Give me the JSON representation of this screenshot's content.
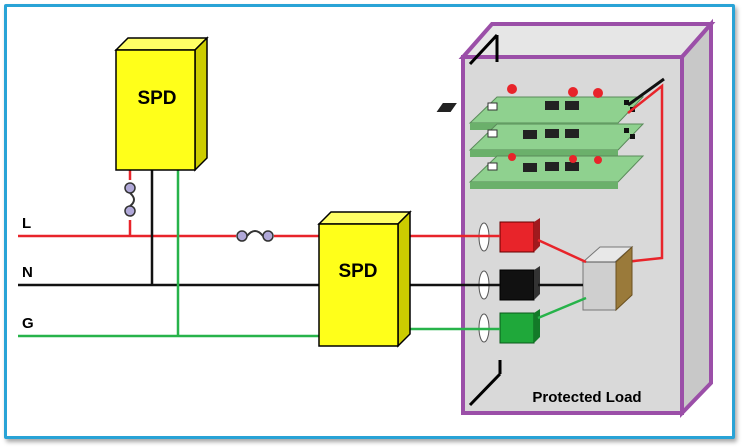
{
  "diagram": {
    "spd_top_label": "SPD",
    "spd_series_label": "SPD",
    "line_labels": {
      "l": "L",
      "n": "N",
      "g": "G"
    },
    "protected_load_label": "Protected Load"
  },
  "colors": {
    "frame": "#29a3d6",
    "spd_fill": "#ffff1a",
    "line_l": "#e8242a",
    "line_n": "#000000",
    "line_g": "#27b34a",
    "cabinet_border": "#9b4fa8",
    "cabinet_fill": "#d9d9d9",
    "board": "#8fd18f"
  }
}
